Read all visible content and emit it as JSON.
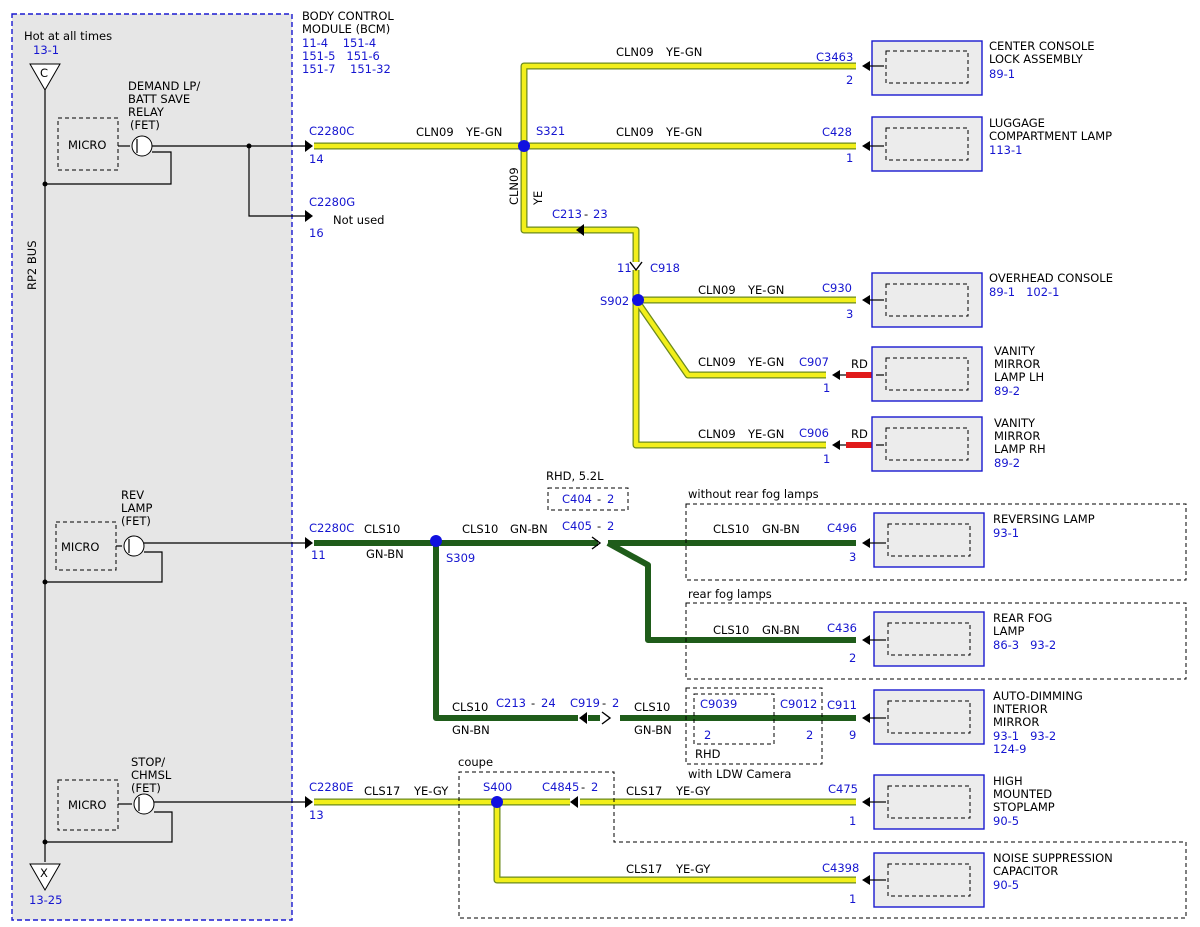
{
  "bcm": {
    "title_line1": "BODY CONTROL",
    "title_line2": "MODULE (BCM)",
    "refs_line1": "11-4    151-4",
    "refs_line2": "151-5   151-6",
    "refs_line3": "151-7    151-32",
    "hot_label": "Hot at all times",
    "top_ref": "13-1",
    "top_letter": "C",
    "bottom_ref": "13-25",
    "bottom_letter": "X",
    "bus_label": "RP2 BUS",
    "micro1": "MICRO",
    "micro2": "MICRO",
    "micro3": "MICRO",
    "relay1": [
      "DEMAND LP/",
      "BATT SAVE",
      "RELAY",
      "(FET)"
    ],
    "relay2": [
      "REV",
      "LAMP",
      "(FET)"
    ],
    "relay3": [
      "STOP/",
      "CHMSL",
      "(FET)"
    ]
  },
  "connectors": {
    "c2280c_top": "C2280C",
    "c2280c_top_pin": "14",
    "c2280g": "C2280G",
    "c2280g_pin": "16",
    "not_used": "Not used",
    "c2280c_mid": "C2280C",
    "c2280c_mid_pin": "11",
    "c2280e": "C2280E",
    "c2280e_pin": "13",
    "c213_23": "C213",
    "c213_23_pin": "23",
    "c918": "C918",
    "c918_pin": "11",
    "c404": "C404",
    "c404_pin": "2",
    "c405": "C405",
    "c405_pin": "2",
    "c213_24": "C213",
    "c213_24_pin": "24",
    "c919": "C919",
    "c919_pin": "2",
    "c9039": "C9039",
    "c9039_pin": "2",
    "c9012": "C9012",
    "c9012_pin": "2",
    "c4845": "C4845",
    "c4845_pin": "2",
    "dash_sep": "-"
  },
  "splices": {
    "s321": "S321",
    "s902": "S902",
    "s309": "S309",
    "s400": "S400"
  },
  "wires": {
    "cln09": "CLN09",
    "ye_gn": "YE-GN",
    "ye": "YE",
    "cls10": "CLS10",
    "gn_bn": "GN-BN",
    "cls17": "CLS17",
    "ye_gy": "YE-GY",
    "rd": "RD"
  },
  "notes": {
    "rhd_52l": "RHD, 5.2L",
    "without_rear_fog": "without rear fog lamps",
    "rear_fog": "rear fog lamps",
    "rhd": "RHD",
    "with_ldw": "with LDW Camera",
    "coupe": "coupe"
  },
  "components": [
    {
      "conn": "C3463",
      "pin": "2",
      "lines": [
        "CENTER CONSOLE",
        "LOCK ASSEMBLY"
      ],
      "ref": "89-1"
    },
    {
      "conn": "C428",
      "pin": "1",
      "lines": [
        "LUGGAGE",
        "COMPARTMENT LAMP"
      ],
      "ref": "113-1"
    },
    {
      "conn": "C930",
      "pin": "3",
      "lines": [
        "OVERHEAD CONSOLE"
      ],
      "ref": "89-1   102-1"
    },
    {
      "conn": "C907",
      "pin": "1",
      "lines": [
        "VANITY",
        "MIRROR",
        "LAMP LH"
      ],
      "ref": "89-2"
    },
    {
      "conn": "C906",
      "pin": "1",
      "lines": [
        "VANITY",
        "MIRROR",
        "LAMP RH"
      ],
      "ref": "89-2"
    },
    {
      "conn": "C496",
      "pin": "3",
      "lines": [
        "REVERSING LAMP"
      ],
      "ref": "93-1"
    },
    {
      "conn": "C436",
      "pin": "2",
      "lines": [
        "REAR FOG",
        "LAMP"
      ],
      "ref": "86-3   93-2"
    },
    {
      "conn": "C911",
      "pin": "9",
      "lines": [
        "AUTO-DIMMING",
        "INTERIOR",
        "MIRROR"
      ],
      "ref": "93-1   93-2",
      "ref2": "124-9"
    },
    {
      "conn": "C475",
      "pin": "1",
      "lines": [
        "HIGH",
        "MOUNTED",
        "STOPLAMP"
      ],
      "ref": "90-5"
    },
    {
      "conn": "C4398",
      "pin": "1",
      "lines": [
        "NOISE SUPPRESSION",
        "CAPACITOR"
      ],
      "ref": "90-5"
    }
  ]
}
